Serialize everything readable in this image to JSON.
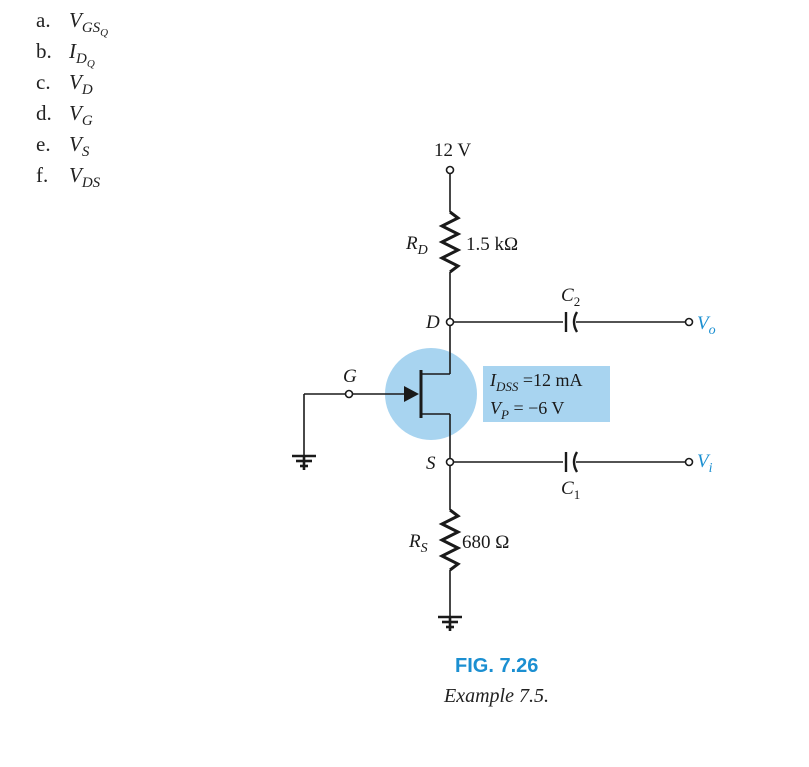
{
  "questions": [
    {
      "letter": "a.",
      "var": "V",
      "sub": "GS",
      "subsub": "Q"
    },
    {
      "letter": "b.",
      "var": "I",
      "sub": "D",
      "subsub": "Q"
    },
    {
      "letter": "c.",
      "var": "V",
      "sub": "D",
      "subsub": ""
    },
    {
      "letter": "d.",
      "var": "V",
      "sub": "G",
      "subsub": ""
    },
    {
      "letter": "e.",
      "var": "V",
      "sub": "S",
      "subsub": ""
    },
    {
      "letter": "f.",
      "var": "V",
      "sub": "DS",
      "subsub": ""
    }
  ],
  "circuit": {
    "supply": "12 V",
    "rd": {
      "name": "R",
      "sub": "D",
      "value": "1.5 kΩ"
    },
    "rs": {
      "name": "R",
      "sub": "S",
      "value": "680 Ω"
    },
    "c2": {
      "name": "C",
      "sub": "2"
    },
    "c1": {
      "name": "C",
      "sub": "1"
    },
    "terminals": {
      "drain": "D",
      "gate": "G",
      "source": "S"
    },
    "vo": {
      "name": "V",
      "sub": "o"
    },
    "vi": {
      "name": "V",
      "sub": "i"
    },
    "params": {
      "idss": {
        "name": "I",
        "sub": "DSS",
        "value": " =12 mA"
      },
      "vp": {
        "name": "V",
        "sub": "P",
        "value": " = −6 V"
      }
    }
  },
  "figure": {
    "title": "FIG. 7.26",
    "caption": "Example 7.5."
  },
  "colors": {
    "highlight": "#a8d4f0",
    "accent": "#1b8fd1",
    "ink": "#1a1a1a"
  }
}
